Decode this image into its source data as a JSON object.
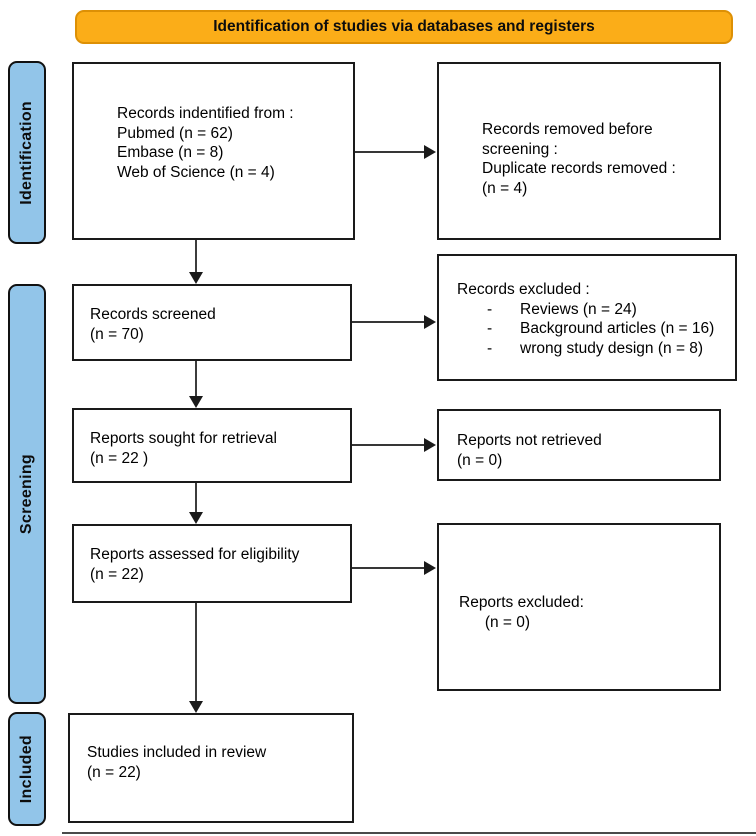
{
  "theme": {
    "header-bg": "#FBAD18",
    "header-border": "#DD9005",
    "stage-bg": "#92C5E9"
  },
  "header": {
    "title": "Identification of studies via databases and registers"
  },
  "stages": {
    "identification": "Identification",
    "screening": "Screening",
    "included": "Included"
  },
  "boxes": {
    "identified": {
      "lines": [
        "Records indentified from :",
        "Pubmed (n = 62)",
        "Embase (n = 8)",
        "Web of Science (n = 4)"
      ]
    },
    "removed": {
      "lines": [
        "Records removed before",
        "screening :",
        "Duplicate records removed :",
        "(n = 4)"
      ]
    },
    "screened": {
      "lines": [
        "Records screened",
        "(n = 70)"
      ]
    },
    "excluded": {
      "title": "Records excluded :",
      "bullet": "-",
      "items": [
        "Reviews (n = 24)",
        "Background articles (n = 16)",
        "wrong study design (n = 8)"
      ]
    },
    "sought": {
      "lines": [
        "Reports sought for retrieval",
        "(n = 22 )"
      ]
    },
    "not_retrieved": {
      "lines": [
        "Reports not retrieved",
        "(n = 0)"
      ]
    },
    "assessed": {
      "lines": [
        "Reports assessed for eligibility",
        "(n = 22)"
      ]
    },
    "reports_excluded": {
      "lines": [
        "Reports excluded:",
        "      (n = 0)"
      ]
    },
    "included": {
      "lines": [
        "Studies included in review",
        "(n = 22)"
      ]
    }
  }
}
